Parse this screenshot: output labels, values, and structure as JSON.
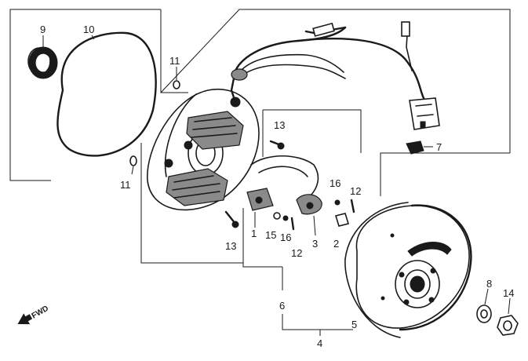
{
  "callouts": {
    "c9": "9",
    "c10": "10",
    "c11a": "11",
    "c11b": "11",
    "c13a": "13",
    "c13b": "13",
    "c7": "7",
    "c16a": "16",
    "c16b": "16",
    "c12a": "12",
    "c12b": "12",
    "c1": "1",
    "c15": "15",
    "c3": "3",
    "c2": "2",
    "c6": "6",
    "c5": "5",
    "c4": "4",
    "c8": "8",
    "c14": "14"
  },
  "fwd_label": "FWD"
}
